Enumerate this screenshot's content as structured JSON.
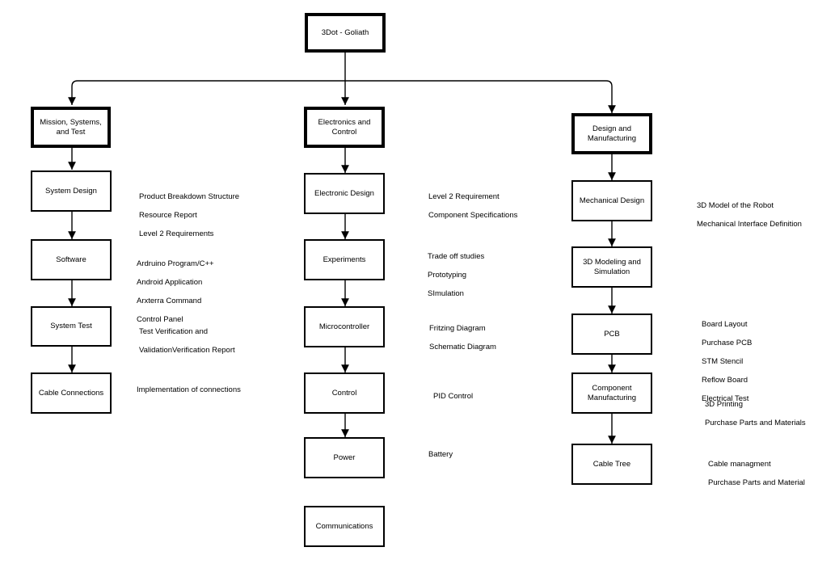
{
  "root": {
    "label": "3Dot - Goliath"
  },
  "columns": {
    "mission": {
      "header": "Mission, Systems,\nand Test",
      "boxes": [
        "System Design",
        "Software",
        "System Test",
        "Cable Connections"
      ],
      "notes": [
        [
          "Product Breakdown Structure",
          "Resource Report",
          "Level 2 Requirements"
        ],
        [
          "Ardruino Program/C++",
          "Android Application",
          "Arxterra Command",
          "Control Panel"
        ],
        [
          "Test Verification and",
          "ValidationVerification Report"
        ],
        [
          "Implementation of connections"
        ]
      ]
    },
    "electronics": {
      "header": "Electronics and\nControl",
      "boxes": [
        "Electronic Design",
        "Experiments",
        "Microcontroller",
        "Control",
        "Power",
        "Communications"
      ],
      "notes": [
        [
          "Level 2 Requirement",
          "Component Specifications"
        ],
        [
          "Trade off studies",
          "Prototyping",
          "SImulation"
        ],
        [
          "Fritzing Diagram",
          "Schematic Diagram"
        ],
        [
          "PID Control"
        ],
        [
          "Battery"
        ]
      ]
    },
    "design": {
      "header": "Design and\nManufacturing",
      "boxes": [
        "Mechanical Design",
        "3D Modeling and\nSimulation",
        "PCB",
        "Component\nManufacturing",
        "Cable Tree"
      ],
      "notes": [
        [
          "3D Model of the Robot",
          "Mechanical Interface Definition"
        ],
        [
          "Board Layout",
          "Purchase PCB",
          "STM Stencil",
          "Reflow Board",
          "Electrical Test"
        ],
        [
          "3D Printing",
          "Purchase Parts and Materials"
        ],
        [
          "Cable managment",
          "Purchase Parts and Material"
        ]
      ]
    }
  }
}
